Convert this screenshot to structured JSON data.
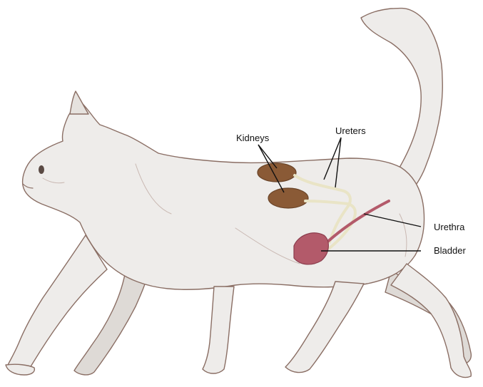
{
  "labels": {
    "kidneys": "Kidneys",
    "ureters": "Ureters",
    "urethra": "Urethra",
    "bladder": "Bladder"
  },
  "colors": {
    "background": "#ffffff",
    "cat_fur": "#eeecea",
    "cat_shadow": "#d9d5d2",
    "cat_outline": "#8a6e64",
    "kidney": "#8a5a36",
    "ureter": "#e9e4c6",
    "bladder": "#b35a6a",
    "leader_line": "#111111"
  }
}
